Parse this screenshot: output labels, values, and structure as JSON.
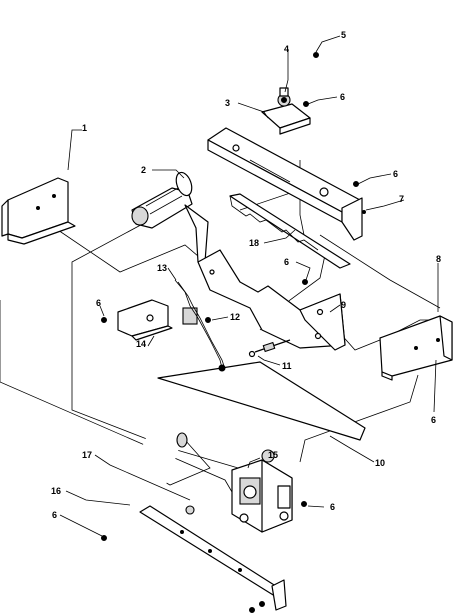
{
  "callouts": {
    "c1": "1",
    "c2": "2",
    "c3": "3",
    "c4": "4",
    "c5": "5",
    "c6a": "6",
    "c6b": "6",
    "c6c": "6",
    "c6d": "6",
    "c6e": "6",
    "c6f": "6",
    "c6g": "6",
    "c7": "7",
    "c8": "8",
    "c9": "9",
    "c10": "10",
    "c11": "11",
    "c12": "12",
    "c13": "13",
    "c14": "14",
    "c15": "15",
    "c16": "16",
    "c17": "17",
    "c18": "18"
  }
}
